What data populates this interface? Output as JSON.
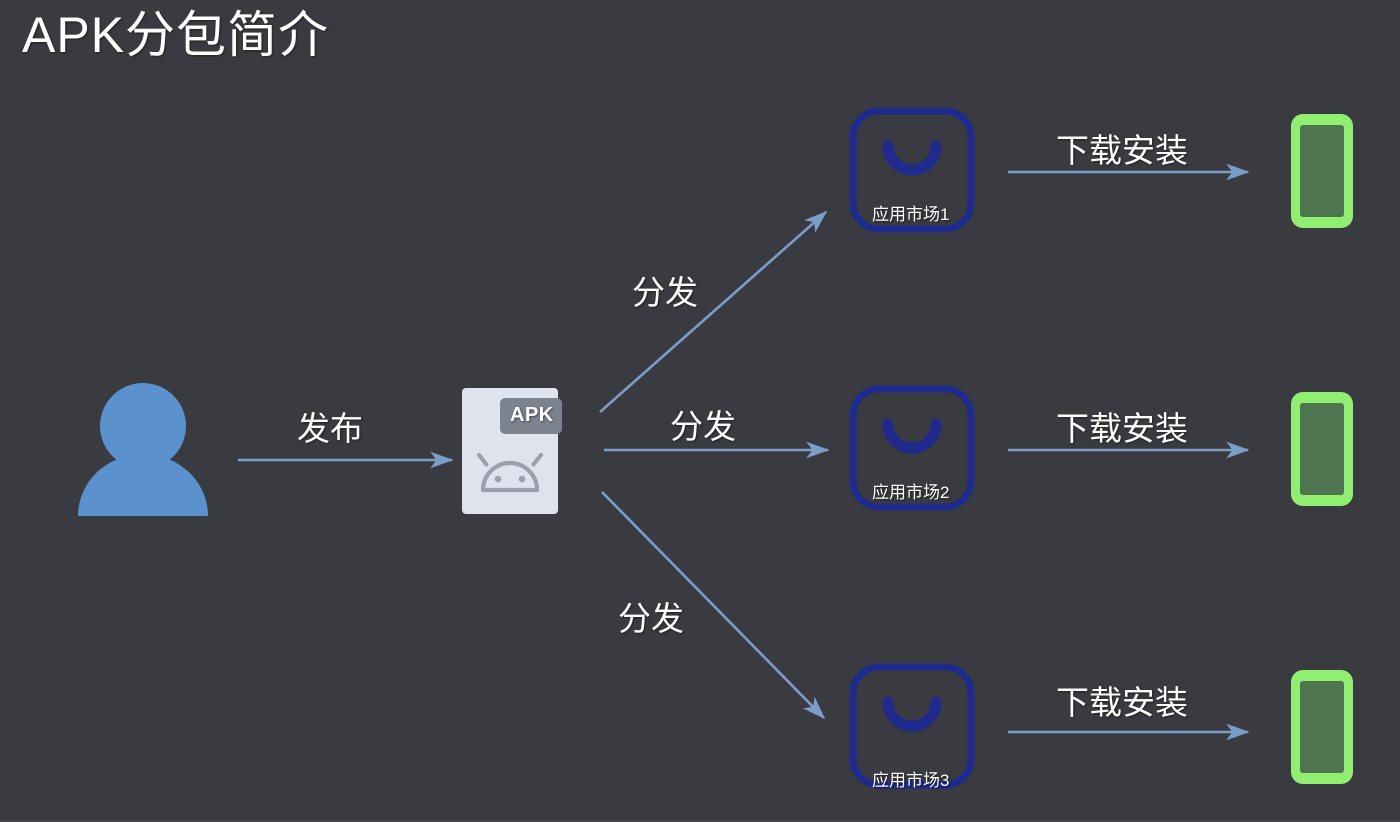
{
  "slide": {
    "title": "APK分包简介",
    "background_color": "#3a3b40",
    "title_color": "#ffffff"
  },
  "colors": {
    "background": "#3a3b40",
    "arrow": "#7d9dc9",
    "person": "#5b91cc",
    "store_outline": "#1f2a8c",
    "phone_outline": "#90ee70",
    "phone_screen": "#4e7450",
    "apk_paper": "#dfe3ee",
    "apk_badge": "#7d828f",
    "apk_android": "#9aa0ad",
    "text": "#ffffff"
  },
  "nodes": {
    "publisher": {
      "name": "publisher-person-icon"
    },
    "apk": {
      "badge_label": "APK",
      "name": "apk-file-icon"
    },
    "stores": [
      {
        "label": "应用市场1",
        "name": "app-store-1"
      },
      {
        "label": "应用市场2",
        "name": "app-store-2"
      },
      {
        "label": "应用市场3",
        "name": "app-store-3"
      }
    ],
    "phones": [
      {
        "name": "phone-device-1"
      },
      {
        "name": "phone-device-2"
      },
      {
        "name": "phone-device-3"
      }
    ]
  },
  "edges": {
    "publish": {
      "label": "发布"
    },
    "distribute": [
      {
        "label": "分发",
        "target": "应用市场1"
      },
      {
        "label": "分发",
        "target": "应用市场2"
      },
      {
        "label": "分发",
        "target": "应用市场3"
      }
    ],
    "install": [
      {
        "label": "下载安装",
        "target": "phone-device-1"
      },
      {
        "label": "下载安装",
        "target": "phone-device-2"
      },
      {
        "label": "下载安装",
        "target": "phone-device-3"
      }
    ]
  }
}
